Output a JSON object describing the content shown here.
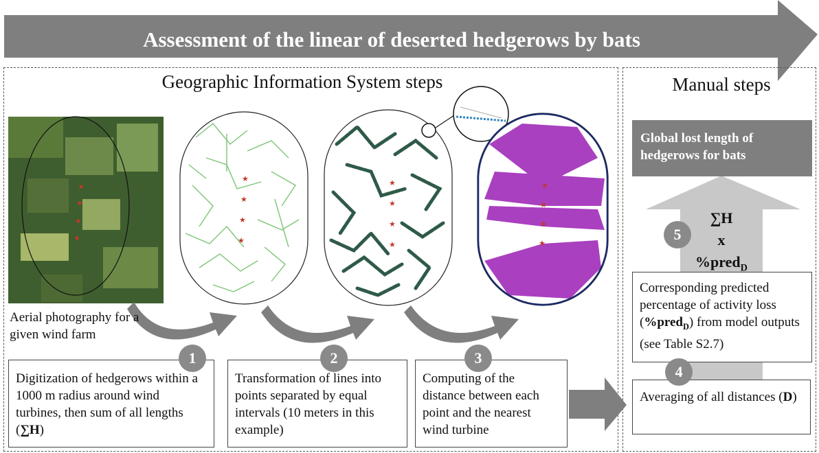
{
  "banner_title": "Assessment of the linear of deserted hedgerows by bats",
  "gis_title": "Geographic Information System steps",
  "manual_title": "Manual steps",
  "aerial_caption": "Aerial photography for a given wind farm",
  "steps": [
    {
      "number": "1",
      "text": "Digitization of hedgerows within a 1000 m radius around wind turbines, then sum of all lengths (",
      "symbol": "∑H",
      "suffix": ")"
    },
    {
      "number": "2",
      "text": "Transformation of lines into points separated by equal intervals (10 meters in this example)"
    },
    {
      "number": "3",
      "text": "Computing of the distance between each point and the nearest wind turbine"
    },
    {
      "number": "4",
      "text": "Averaging of all distances (",
      "symbol": "D",
      "suffix": ")"
    },
    {
      "number": "5"
    }
  ],
  "corresponding": {
    "text1": "Corresponding predicted percentage of activity loss (",
    "bold": "%pred",
    "sub": "D",
    "text2": ") from model outputs (see Table S2.7)"
  },
  "formula": {
    "line1": "∑H",
    "line2": "x",
    "line3": "%pred",
    "line3_sub": "D"
  },
  "global_box": "Global lost length of hedgerows for bats",
  "colors": {
    "arrow_gray": "#7f7f7f",
    "light_gray": "#c8c8c8",
    "hedge_green": "#7cc576",
    "dark_green": "#2f5a48",
    "purple": "#9b1fb5",
    "turbine_red": "#c0392b"
  }
}
